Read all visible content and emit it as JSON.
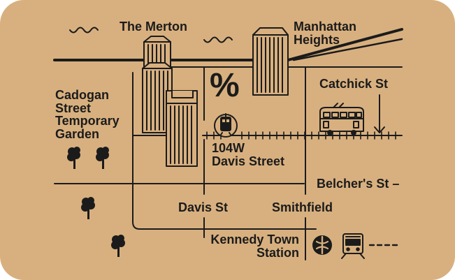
{
  "colors": {
    "background": "#d8b07f",
    "ink": "#1b1b1b"
  },
  "map": {
    "labels": {
      "the_merton": "The Merton",
      "manhattan_heights": "Manhattan\nHeights",
      "catchick_st": "Catchick St",
      "cadogan_garden": "Cadogan\nStreet\nTemporary\nGarden",
      "davis_street_address": "104W\nDavis Street",
      "belchers_st": "Belcher's St –",
      "davis_st": "Davis St",
      "smithfield": "Smithfield",
      "kennedy_town_station": "Kennedy Town\nStation",
      "percent_sign": "%"
    },
    "icons": [
      "wave-icon",
      "building-icon",
      "tram-icon",
      "tree-icon",
      "mtr-logo-icon",
      "train-icon",
      "arrow-down-icon"
    ]
  }
}
